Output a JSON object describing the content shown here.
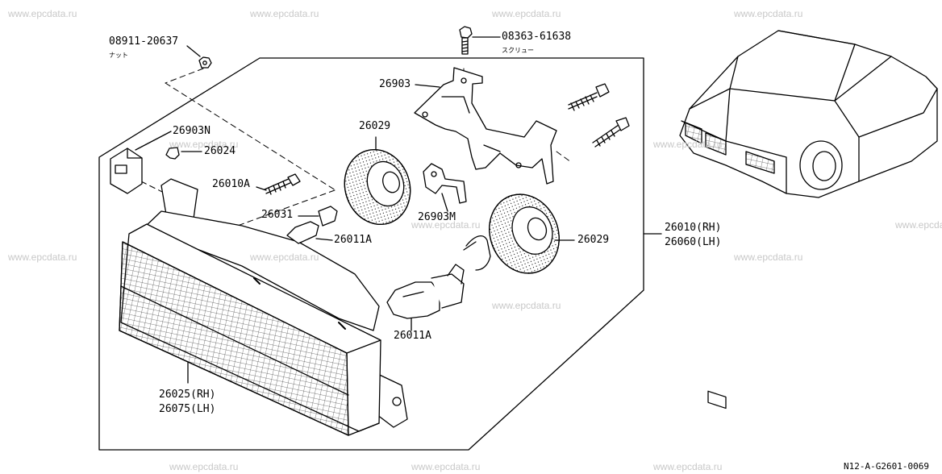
{
  "watermark": "www.epcdata.ru",
  "diagram_code": "N12-A-G2601-0069",
  "parts": {
    "nut": {
      "number": "08911-20637",
      "caption": "ナット"
    },
    "screw": {
      "number": "08363-61638",
      "caption": "スクリュー"
    },
    "bracket": "26903",
    "bracket_n": "26903N",
    "clip": "26024",
    "bolt": "26010A",
    "socket": "26031",
    "bulb_small": "26011A",
    "bulb_large": "26011A",
    "cover_upper": "26029",
    "cover_lower": "26029",
    "bracket_m": "26903M",
    "assembly_rh": "26010(RH)",
    "assembly_lh": "26060(LH)",
    "lens_rh": "26025(RH)",
    "lens_lh": "26075(LH)"
  }
}
